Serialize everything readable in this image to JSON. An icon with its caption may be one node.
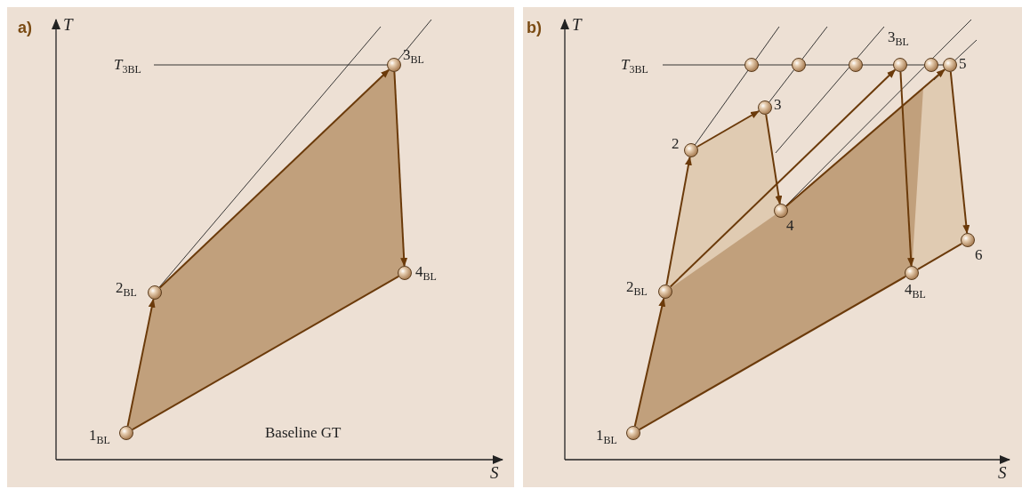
{
  "diagram": {
    "nodes": [
      {
        "text": [],
        "shape": "circle",
        "beside": [
          "1$_{BL}$"
        ]
      },
      {
        "text": [],
        "shape": "circle",
        "beside": [
          "2$_{BL}$"
        ]
      },
      {
        "text": [],
        "shape": "circle",
        "beside": [
          "3$_{BL}$"
        ]
      },
      {
        "text": [],
        "shape": "circle",
        "beside": [
          "4$_{BL}$"
        ]
      },
      {
        "text": [],
        "shape": "circle",
        "beside": [
          "1$_{BL}$"
        ]
      },
      {
        "text": [],
        "shape": "circle",
        "beside": [
          "2$_{BL}$"
        ]
      },
      {
        "text": [],
        "shape": "circle",
        "beside": [
          "2"
        ]
      },
      {
        "text": [],
        "shape": "circle",
        "beside": [
          "3"
        ]
      },
      {
        "text": [],
        "shape": "circle"
      },
      {
        "text": [],
        "shape": "circle"
      },
      {
        "text": [],
        "shape": "circle"
      },
      {
        "text": [],
        "shape": "circle",
        "beside": [
          "4"
        ]
      },
      {
        "text": [],
        "shape": "circle",
        "beside": [
          "3$_{BL}$"
        ]
      },
      {
        "text": [],
        "shape": "circle"
      },
      {
        "text": [],
        "shape": "circle",
        "beside": [
          "5"
        ]
      },
      {
        "text": [],
        "shape": "circle",
        "beside": [
          "6"
        ]
      },
      {
        "text": [],
        "shape": "circle",
        "beside": [
          "4$_{BL}$"
        ]
      }
    ],
    "edges": [
      {
        "from": 0,
        "to": 1,
        "arrow": "to"
      },
      {
        "from": 1,
        "to": 2,
        "arrow": "to"
      },
      {
        "from": 2,
        "to": 3,
        "arrow": "to"
      },
      {
        "from": 3,
        "to": 0,
        "arrow": "none"
      },
      {
        "from": 4,
        "to": 5,
        "arrow": "to"
      },
      {
        "from": 5,
        "to": 6,
        "arrow": "to"
      },
      {
        "from": 6,
        "to": 7,
        "arrow": "to"
      },
      {
        "from": 7,
        "to": 11,
        "arrow": "to"
      },
      {
        "from": 11,
        "to": 14,
        "arrow": "to"
      },
      {
        "from": 14,
        "to": 15,
        "arrow": "to"
      },
      {
        "from": 15,
        "to": 16,
        "arrow": "none"
      },
      {
        "from": 16,
        "to": 4,
        "arrow": "none"
      },
      {
        "from": 5,
        "to": 12,
        "arrow": "to"
      },
      {
        "from": 12,
        "to": 16,
        "arrow": "to"
      }
    ],
    "labels": [
      "a)",
      "T",
      "*T*$_{3BL}$",
      "S",
      "Baseline GT",
      "b)",
      "T",
      "*T*$_{3BL}$",
      "S"
    ]
  }
}
